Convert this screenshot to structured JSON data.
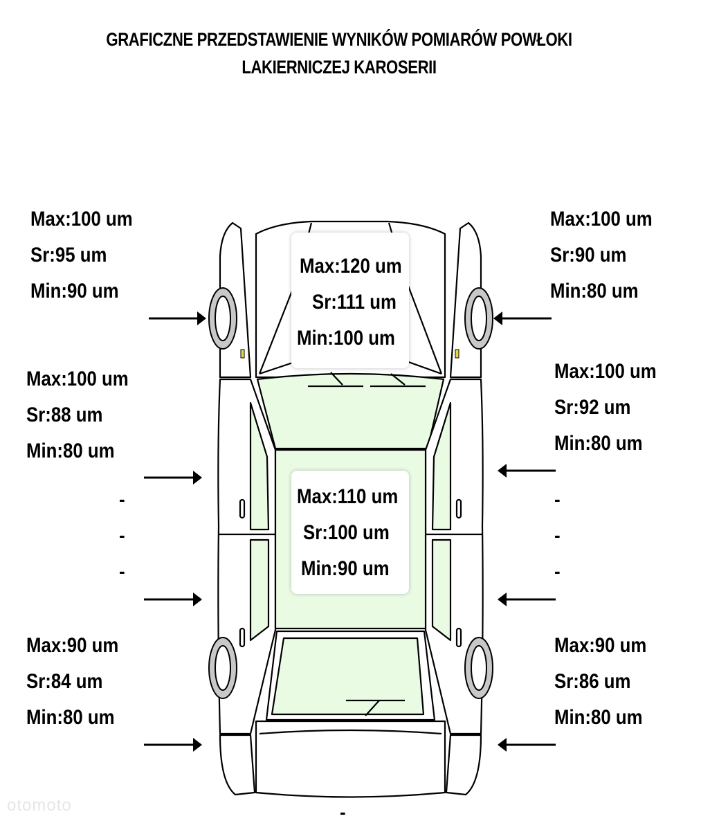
{
  "title": {
    "line1": "GRAFICZNE PRZEDSTAWIENIE WYNIKÓW POMIARÓW POWŁOKI",
    "line2": "LAKIERNICZEJ KAROSERII"
  },
  "colors": {
    "glass": "#eafbe3",
    "wheel": "#c8c8c8",
    "outline": "#000000",
    "background": "#ffffff"
  },
  "icons": [
    "car-top-view-outline",
    "arrow-right-icon",
    "arrow-left-icon"
  ],
  "measurements": {
    "left_front": {
      "max": "Max:100 um",
      "sr": "Sr:95 um",
      "min": "Min:90 um"
    },
    "right_front": {
      "max": "Max:100 um",
      "sr": "Sr:90 um",
      "min": "Min:80 um"
    },
    "hood": {
      "max": "Max:120 um",
      "sr": "Sr:111 um",
      "min": "Min:100 um"
    },
    "left_front_door": {
      "max": "Max:100 um",
      "sr": "Sr:88 um",
      "min": "Min:80 um"
    },
    "right_front_door": {
      "max": "Max:100 um",
      "sr": "Sr:92 um",
      "min": "Min:80 um"
    },
    "roof": {
      "max": "Max:110 um",
      "sr": "Sr:100 um",
      "min": "Min:90 um"
    },
    "left_rear_door": {
      "d1": "-",
      "d2": "-",
      "d3": "-"
    },
    "right_rear_door": {
      "d1": "-",
      "d2": "-",
      "d3": "-"
    },
    "left_rear": {
      "max": "Max:90 um",
      "sr": "Sr:84 um",
      "min": "Min:80 um"
    },
    "right_rear": {
      "max": "Max:90 um",
      "sr": "Sr:86 um",
      "min": "Min:80 um"
    },
    "trunk": {
      "d1": "-"
    }
  },
  "watermark": "otomoto"
}
